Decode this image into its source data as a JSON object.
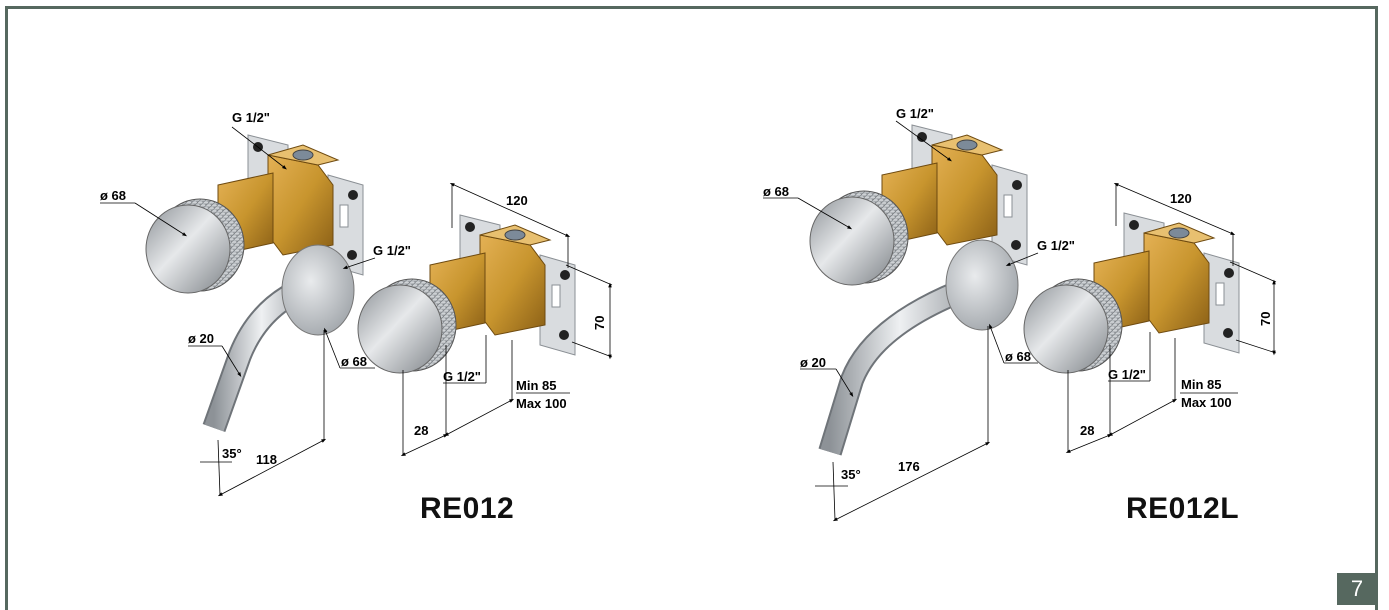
{
  "page_number": "7",
  "colors": {
    "frame": "#56685f",
    "brass": "#c8952e",
    "steel": "#b9bdc1",
    "plate": "#d9dcdf"
  },
  "products": [
    {
      "model": "RE012",
      "dims": {
        "inlet_top": "G 1/2\"",
        "handle_dia": "ø 68",
        "outlet_thread": "G 1/2\"",
        "spout_dia": "ø 20",
        "rosette_dia": "ø 68",
        "angle": "35°",
        "projection": "118",
        "box_width": "120",
        "box_height": "70",
        "inlet_bottom": "G 1/2\"",
        "depth_min": "Min 85",
        "depth_max": "Max 100",
        "offset": "28"
      }
    },
    {
      "model": "RE012L",
      "dims": {
        "inlet_top": "G 1/2\"",
        "handle_dia": "ø 68",
        "outlet_thread": "G 1/2\"",
        "spout_dia": "ø 20",
        "rosette_dia": "ø 68",
        "angle": "35°",
        "projection": "176",
        "box_width": "120",
        "box_height": "70",
        "inlet_bottom": "G 1/2\"",
        "depth_min": "Min 85",
        "depth_max": "Max 100",
        "offset": "28"
      }
    }
  ]
}
